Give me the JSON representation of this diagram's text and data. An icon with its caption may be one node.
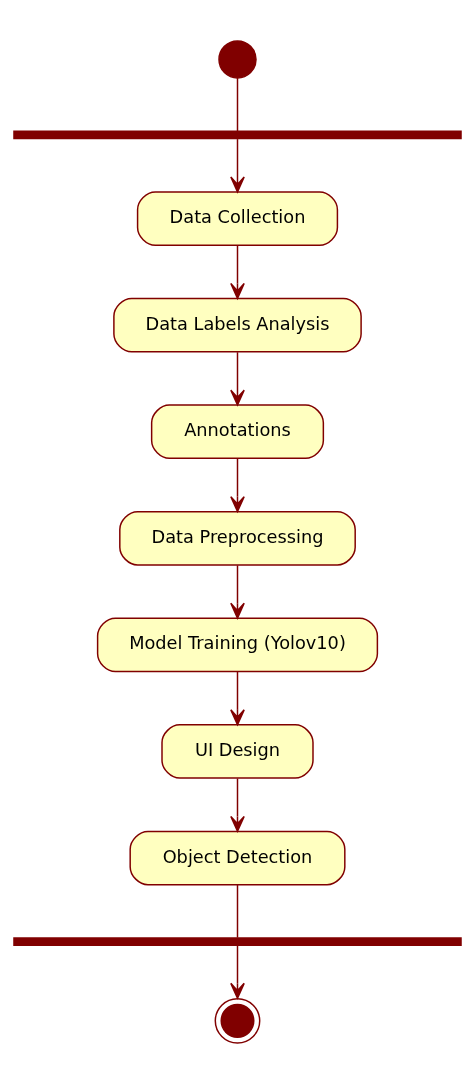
{
  "diagram": {
    "nodes": [
      {
        "text": [],
        "shape": "circle"
      },
      {
        "text": [],
        "shape": "bar"
      },
      {
        "text": [
          "Data Collection"
        ]
      },
      {
        "text": [
          "Data Labels Analysis"
        ]
      },
      {
        "text": [
          "Annotations"
        ]
      },
      {
        "text": [
          "Data Preprocessing"
        ]
      },
      {
        "text": [
          "Model Training (Yolov10)"
        ]
      },
      {
        "text": [
          "UI Design"
        ]
      },
      {
        "text": [
          "Object Detection"
        ]
      },
      {
        "text": [],
        "shape": "bar"
      },
      {
        "text": [],
        "shape": "bullseye"
      }
    ],
    "edges": [
      {
        "from": 0,
        "to": 1,
        "arrow": "none"
      },
      {
        "from": 1,
        "to": 2,
        "arrow": "to"
      },
      {
        "from": 2,
        "to": 3,
        "arrow": "to"
      },
      {
        "from": 3,
        "to": 4,
        "arrow": "to"
      },
      {
        "from": 4,
        "to": 5,
        "arrow": "to"
      },
      {
        "from": 5,
        "to": 6,
        "arrow": "to"
      },
      {
        "from": 6,
        "to": 7,
        "arrow": "to"
      },
      {
        "from": 7,
        "to": 8,
        "arrow": "to"
      },
      {
        "from": 8,
        "to": 9,
        "arrow": "none"
      },
      {
        "from": 9,
        "to": 10,
        "arrow": "to"
      }
    ]
  }
}
